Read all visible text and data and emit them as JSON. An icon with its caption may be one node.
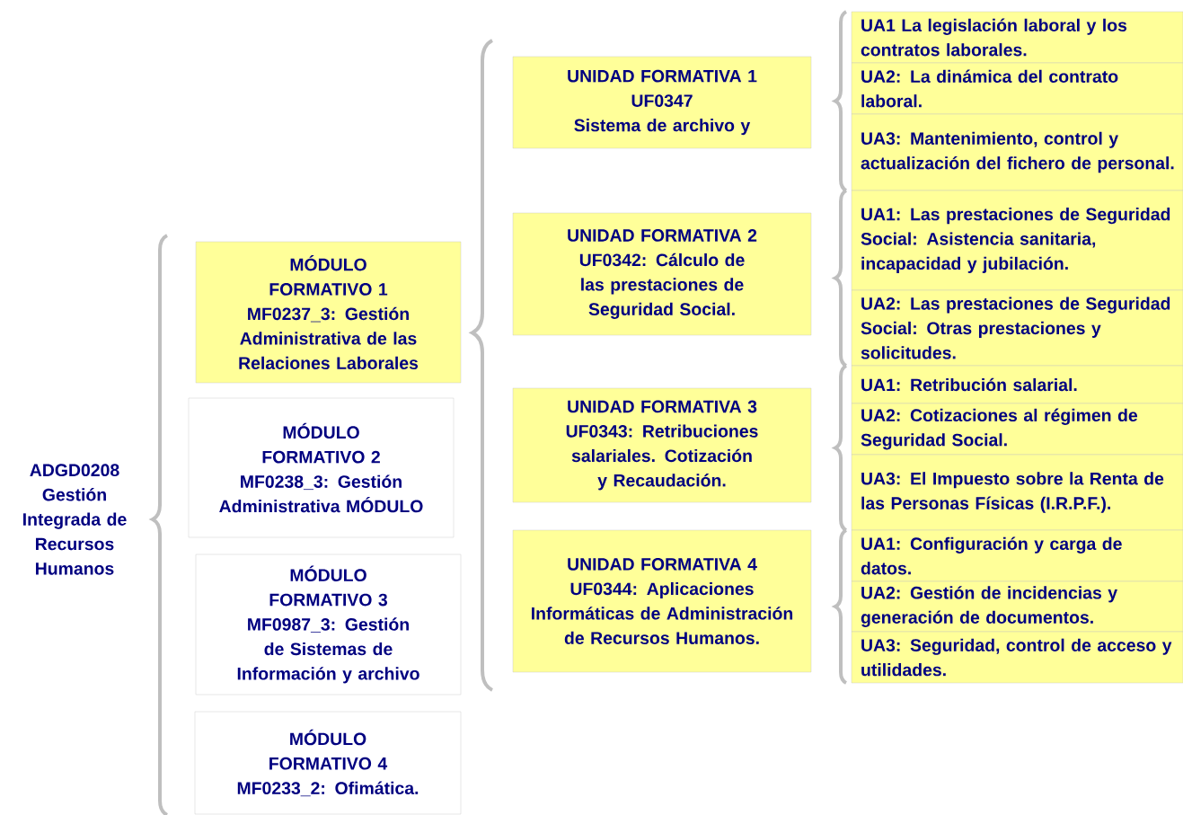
{
  "diagram": {
    "nodes": [
      {
        "text": [
          "ADGD0208 Gestión Integrada de Recursos Humanos"
        ]
      },
      {
        "text": [
          "MÓDULO FORMATIVO 1",
          "MF0237_3: Gestión Administrativa de las Relaciones Laborales"
        ]
      },
      {
        "text": [
          "MÓDULO FORMATIVO 2",
          "MF0238_3: Gestión Administrativa MÓDULO"
        ]
      },
      {
        "text": [
          "MÓDULO FORMATIVO 3",
          "MF0987_3: Gestión de Sistemas de Información y archivo"
        ]
      },
      {
        "text": [
          "MÓDULO FORMATIVO 4",
          "MF0233_2: Ofimática."
        ]
      },
      {
        "text": [
          "UNIDAD FORMATIVA 1",
          "UF0347",
          "Sistema de archivo y"
        ]
      },
      {
        "text": [
          "UNIDAD FORMATIVA 2",
          "UF0342: Cálculo de las prestaciones de Seguridad Social."
        ]
      },
      {
        "text": [
          "UNIDAD FORMATIVA 3",
          "UF0343: Retribuciones salariales. Cotización y Recaudación."
        ]
      },
      {
        "text": [
          "UNIDAD FORMATIVA 4",
          "UF0344: Aplicaciones Informáticas de Administración de Recursos Humanos."
        ]
      },
      {
        "text": [
          "UA1 La legislación laboral y los contratos laborales."
        ]
      },
      {
        "text": [
          "UA2: La dinámica del contrato laboral."
        ]
      },
      {
        "text": [
          "UA3: Mantenimiento, control y actualización del fichero de personal."
        ]
      },
      {
        "text": [
          "UA1: Las prestaciones de Seguridad Social: Asistencia sanitaria, incapacidad y jubilación."
        ]
      },
      {
        "text": [
          "UA2: Las prestaciones de Seguridad Social: Otras prestaciones y solicitudes."
        ]
      },
      {
        "text": [
          "UA1: Retribución salarial."
        ]
      },
      {
        "text": [
          "UA2: Cotizaciones al régimen de Seguridad Social."
        ]
      },
      {
        "text": [
          "UA3: El Impuesto sobre la Renta de las Personas Físicas (I.R.P.F.)."
        ]
      },
      {
        "text": [
          "UA1: Configuración y carga de datos."
        ]
      },
      {
        "text": [
          "UA2: Gestión de incidencias y generación de documentos."
        ]
      },
      {
        "text": [
          "UA3: Seguridad, control de acceso y utilidades."
        ]
      }
    ]
  }
}
